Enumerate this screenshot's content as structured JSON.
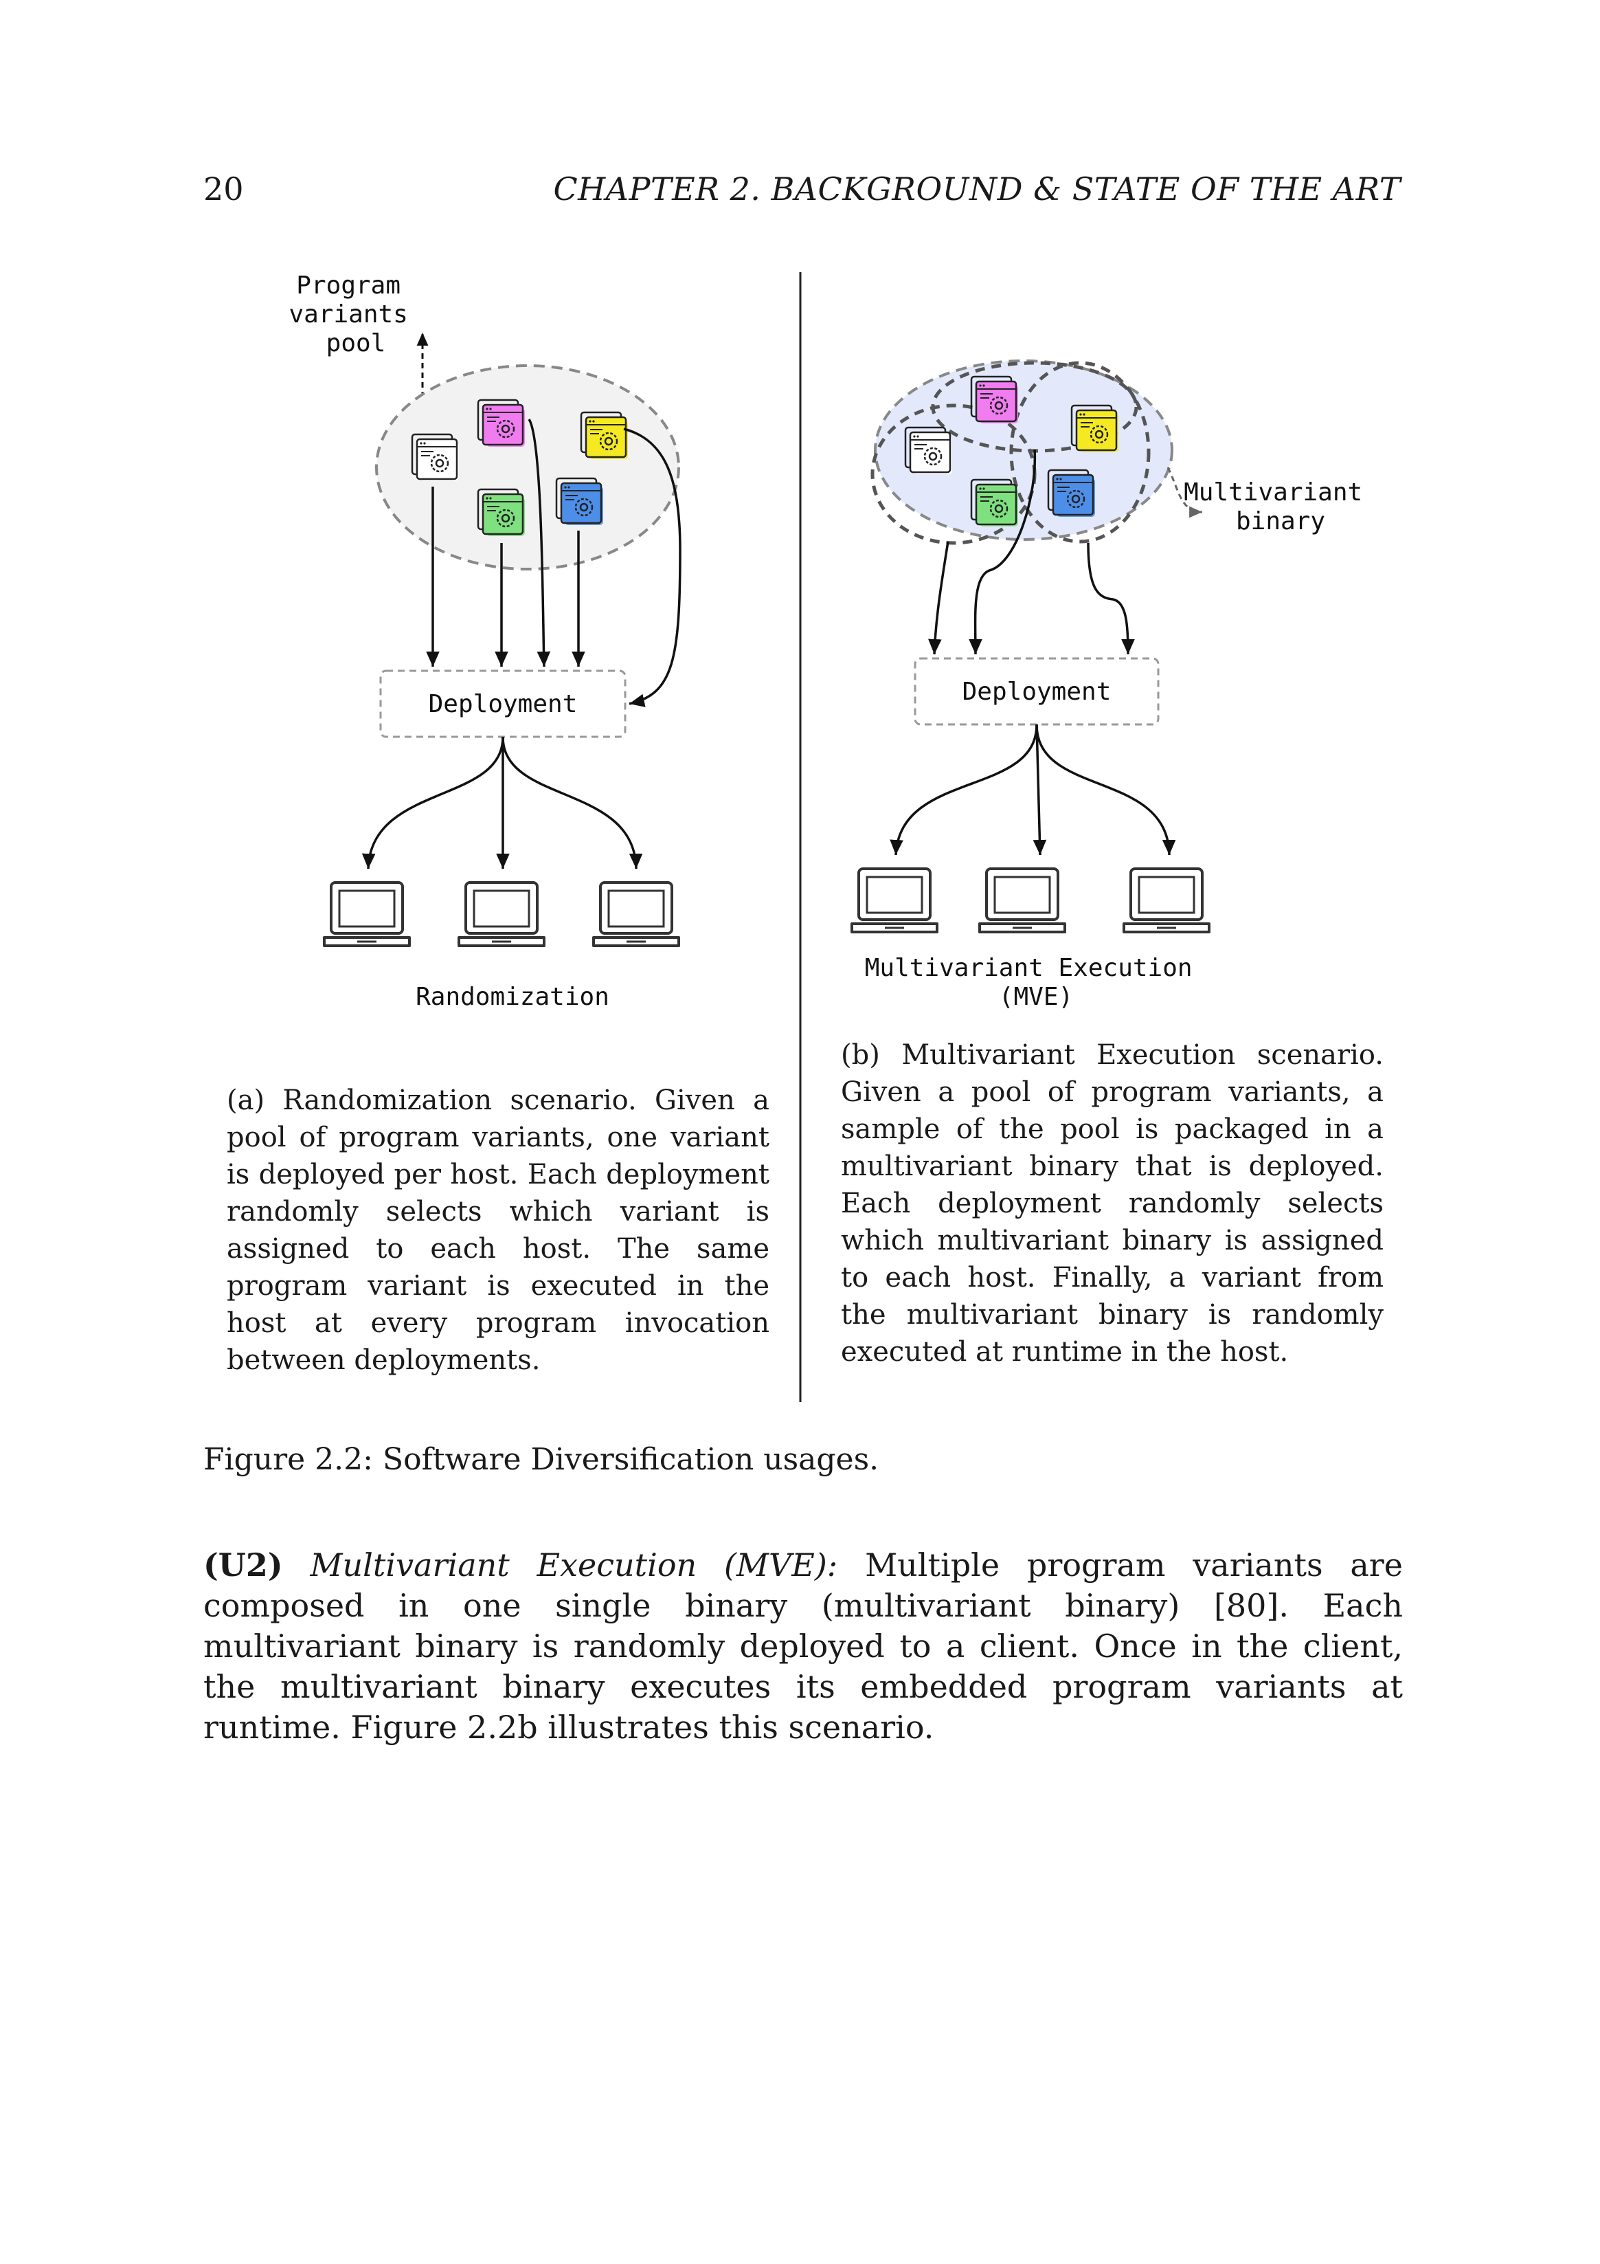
{
  "header": {
    "page_number": "20",
    "running_title": "CHAPTER 2.  BACKGROUND & STATE OF THE ART"
  },
  "figure": {
    "left": {
      "pool_label": [
        "Program",
        "variants",
        "pool"
      ],
      "deployment_label": "Deployment",
      "scenario_label": "Randomization",
      "caption": "(a) Randomization scenario.  Given a pool of program variants, one variant is deployed per host. Each deployment randomly selects which variant is assigned to each host. The same program variant is executed in the host at every program invocation between deployments."
    },
    "right": {
      "binary_label": [
        "Multivariant",
        "binary"
      ],
      "deployment_label": "Deployment",
      "scenario_label": [
        "Multivariant Execution",
        "(MVE)"
      ],
      "caption": "(b) Multivariant Execution scenario.  Given a pool of program variants, a sample of the pool is packaged in a multivariant binary that is deployed. Each deployment randomly selects which multivariant binary is assigned to each host.  Finally, a variant from the multivariant binary is randomly executed at runtime in the host."
    },
    "caption": "Figure 2.2: Software Diversification usages.",
    "variant_colors": {
      "white": "#ffffff",
      "magenta": "#f07cf0",
      "yellow": "#f5ea22",
      "green": "#7fe07f",
      "blue": "#4d8fe8"
    }
  },
  "body": {
    "label": "(U2)",
    "term": "Multivariant Execution (MVE):",
    "text": "Multiple program variants are composed in one single binary (multivariant binary) [80]. Each multivariant binary is randomly deployed to a client.  Once in the client, the multivariant binary executes its embedded program variants at runtime. Figure 2.2b illustrates this scenario."
  }
}
